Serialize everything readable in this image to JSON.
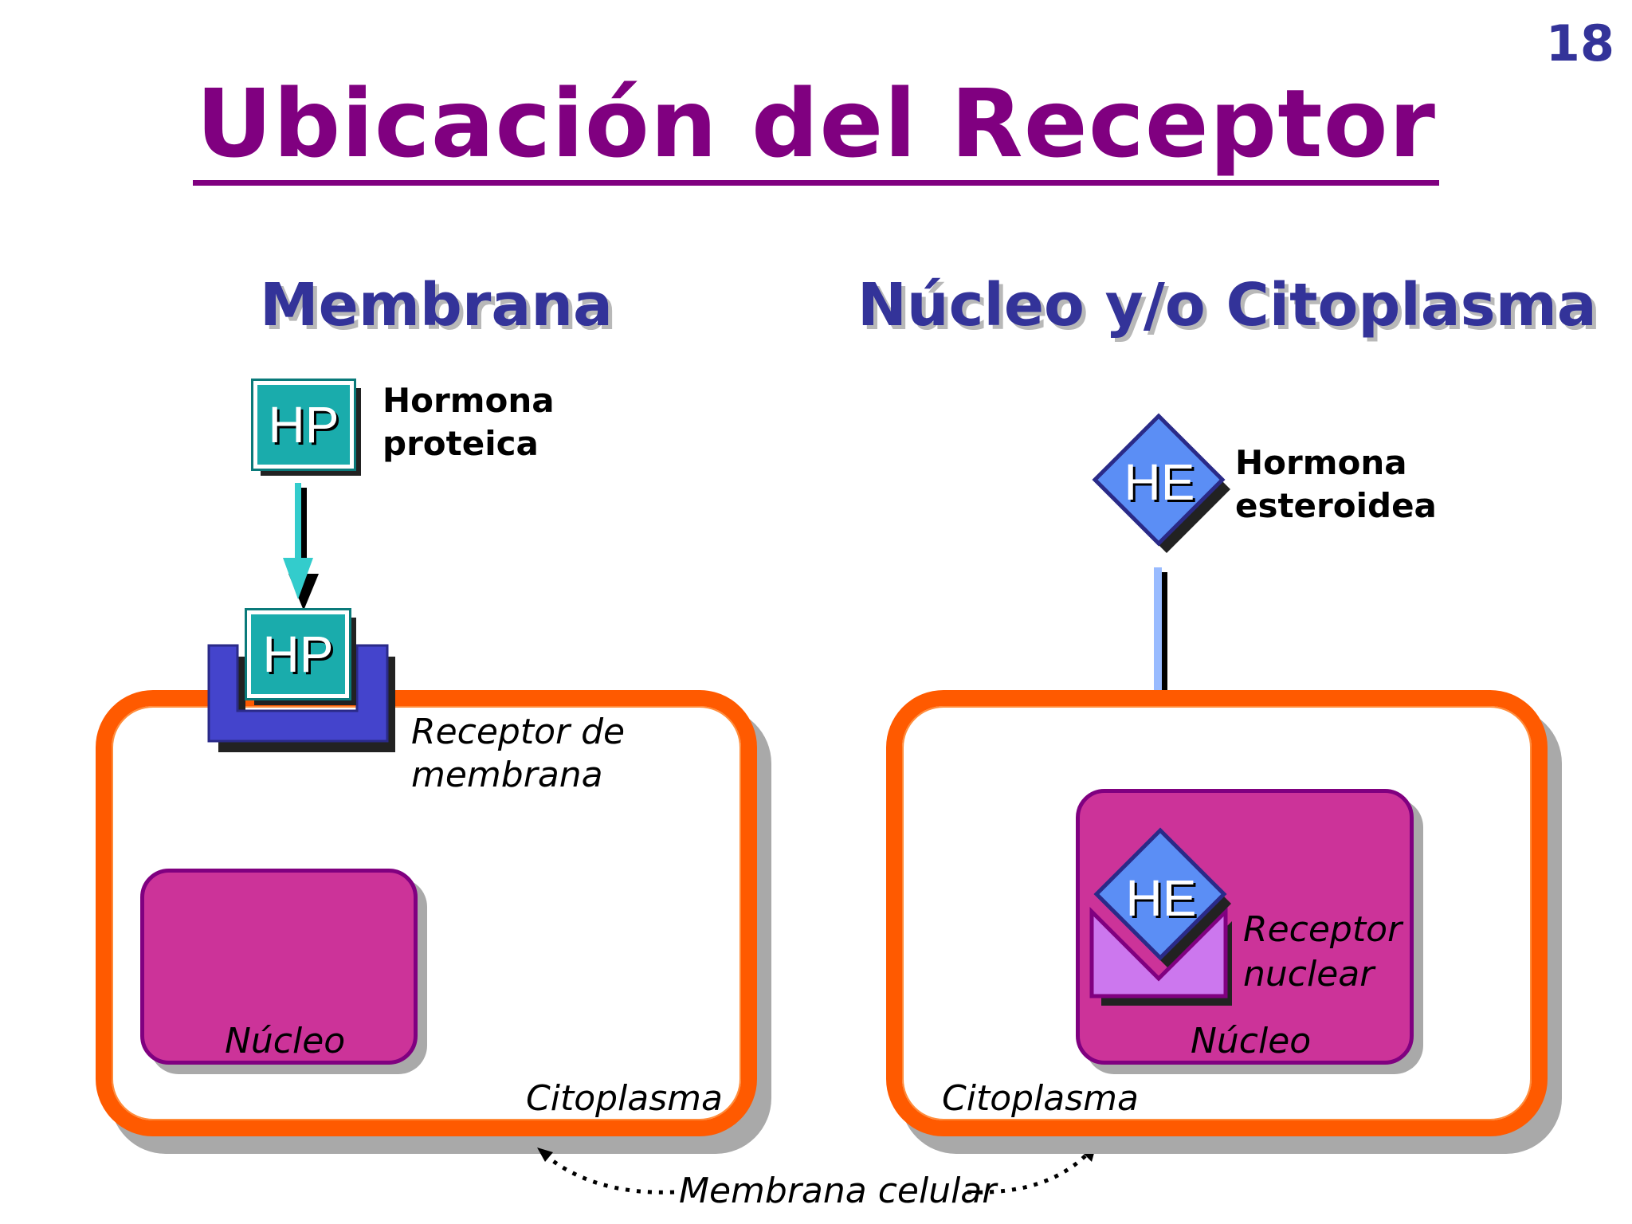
{
  "slide_number": "18",
  "title": "Ubicación del Receptor",
  "left": {
    "heading": "Membrana",
    "hormone_symbol": "HP",
    "hormone_label_line1": "Hormona",
    "hormone_label_line2": "proteica",
    "receptor_label_line1": "Receptor de",
    "receptor_label_line2": "membrana",
    "nucleus_label": "Núcleo",
    "cytoplasm_label": "Citoplasma"
  },
  "right": {
    "heading": "Núcleo y/o Citoplasma",
    "hormone_symbol": "HE",
    "hormone_label_line1": "Hormona",
    "hormone_label_line2": "esteroidea",
    "receptor_label_line1": "Receptor",
    "receptor_label_line2": "nuclear",
    "nucleus_label": "Núcleo",
    "cytoplasm_label": "Citoplasma"
  },
  "membrane_label": "Membrana celular",
  "colors": {
    "title": "#800080",
    "heading": "#333399",
    "membrane": "#ff5a00",
    "nucleus": "#cc3399",
    "protein_hormone": "#1aacac",
    "membrane_receptor": "#4444cc",
    "steroid_hormone": "#5b8ef5",
    "nuclear_receptor": "#cc77ee"
  }
}
